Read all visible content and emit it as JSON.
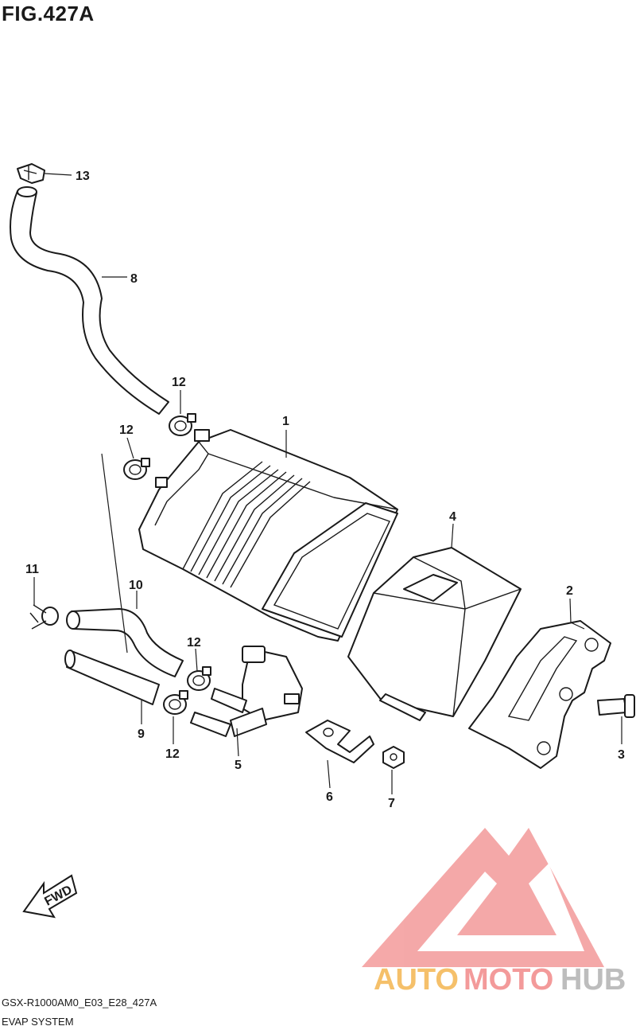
{
  "figure": {
    "title": "FIG.427A"
  },
  "callouts": [
    "1",
    "2",
    "3",
    "4",
    "5",
    "6",
    "7",
    "8",
    "9",
    "10",
    "11",
    "12",
    "13"
  ],
  "fwd_label": "FWD",
  "footer": {
    "model_code": "GSX-R1000AM0_E03_E28_427A",
    "system_name": "EVAP SYSTEM"
  },
  "watermark": {
    "text_auto": "AUTO",
    "text_moto": "MOTO",
    "text_hub": "HUB",
    "color_auto": "#f5c06a",
    "color_moto": "#f39a9a",
    "color_hub": "#bdbdbd",
    "logo_color": "#f08a8a"
  }
}
